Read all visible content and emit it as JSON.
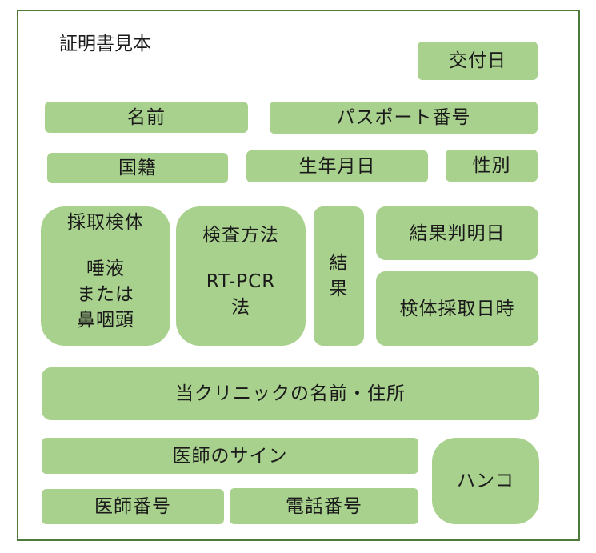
{
  "title": "証明書見本",
  "fields": {
    "issue_date": "交付日",
    "name": "名前",
    "passport_no": "パスポート番号",
    "nationality": "国籍",
    "birth_date": "生年月日",
    "sex": "性別",
    "specimen": {
      "label": "採取検体",
      "lines": [
        "唾液",
        "または",
        "鼻咽頭"
      ]
    },
    "method": {
      "label": "検査方法",
      "lines": [
        "RT-PCR",
        "法"
      ]
    },
    "result": [
      "結",
      "果"
    ],
    "result_date": "結果判明日",
    "sampling_datetime": "検体採取日時",
    "clinic": "当クリニックの名前・住所",
    "doctor_signature": "医師のサイン",
    "doctor_no": "医師番号",
    "phone_no": "電話番号",
    "seal": "ハンコ"
  },
  "colors": {
    "box_fill": "#a9d18e",
    "frame_border": "#4e7a3a"
  }
}
